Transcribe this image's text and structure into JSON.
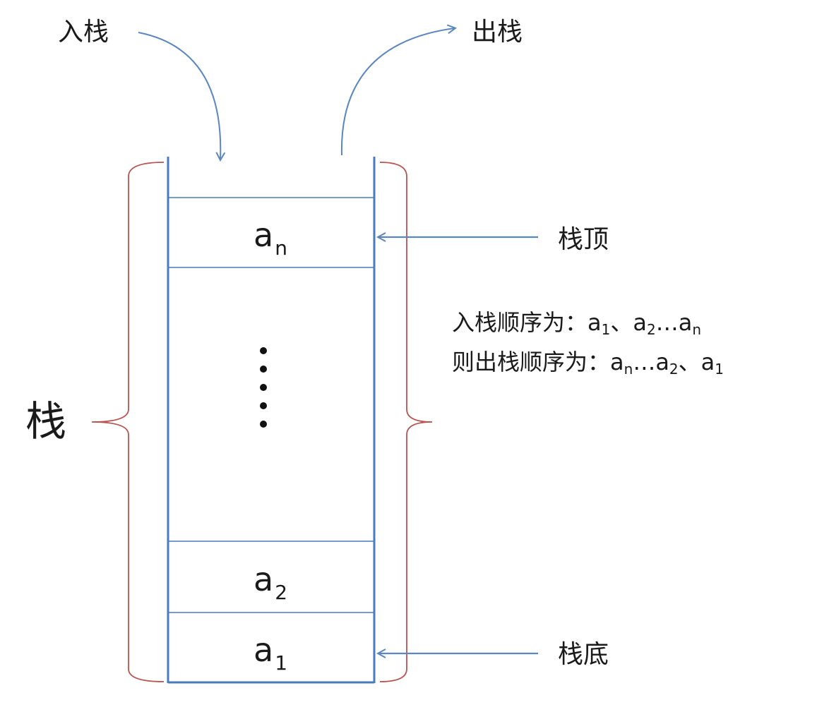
{
  "labels": {
    "push": "入栈",
    "pop": "出栈",
    "top": "栈顶",
    "bottom": "栈底",
    "stack": "栈"
  },
  "elements": {
    "top": {
      "base": "a",
      "sub": "n"
    },
    "second": {
      "base": "a",
      "sub": "2"
    },
    "first": {
      "base": "a",
      "sub": "1"
    }
  },
  "notes": {
    "line1": {
      "prefix": "入栈顺序为：",
      "a1": "a",
      "s1": "1",
      "sep1": "、",
      "a2": "a",
      "s2": "2",
      "ell": "…",
      "a3": "a",
      "s3": "n"
    },
    "line2": {
      "prefix": "则出栈顺序为：",
      "a1": "a",
      "s1": "n",
      "ell": "…",
      "a2": "a",
      "s2": "2",
      "sep": "、",
      "a3": "a",
      "s3": "1"
    }
  },
  "colors": {
    "stack_line": "#4a7abf",
    "brace": "#b85450",
    "arrow": "#5b86c0"
  }
}
